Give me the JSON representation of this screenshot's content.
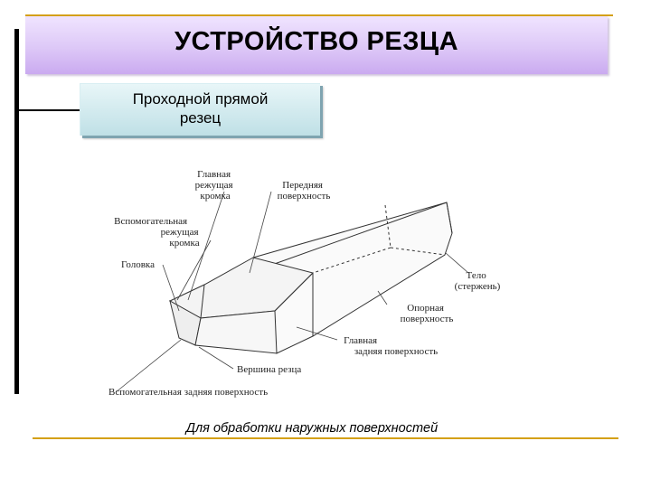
{
  "title": "УСТРОЙСТВО  РЕЗЦА",
  "subtitle": {
    "line1": "Проходной прямой",
    "line2": "резец"
  },
  "diagram": {
    "labels": {
      "main_edge": [
        "Главная",
        "режущая",
        "кромка"
      ],
      "front_surface": [
        "Передняя",
        "поверхность"
      ],
      "aux_edge": [
        "Вспомогательная",
        "режущая",
        "кромка"
      ],
      "head": "Головка",
      "body": [
        "Тело",
        "(стержень)"
      ],
      "base_surface": [
        "Опорная",
        "поверхность"
      ],
      "main_back": [
        "Главная",
        "задняя поверхность"
      ],
      "tip": "Вершина резца",
      "aux_back": "Вспомогательная задняя поверхность"
    }
  },
  "caption": "Для обработки наружных поверхностей",
  "colors": {
    "accent_gold": "#d4a017",
    "title_purple": "#ddc8f7",
    "subtitle_teal": "#bfe0e6",
    "sidebar_dark": "#000000"
  }
}
